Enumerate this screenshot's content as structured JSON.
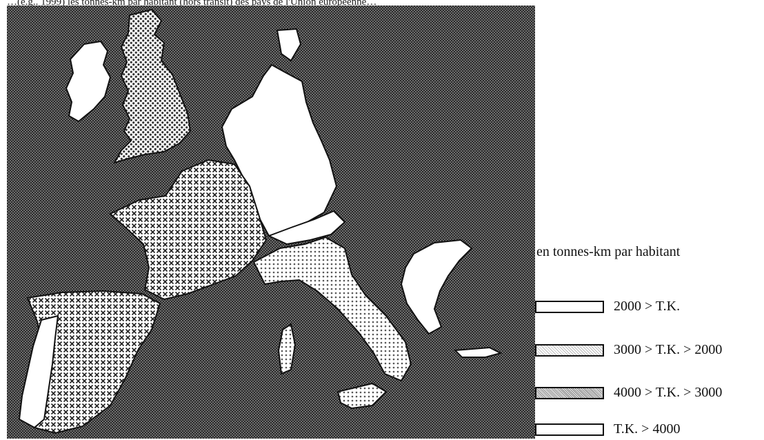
{
  "caption": "…(e.g.. 1999) les tonnes-km par habitant (hors transit) des pays de l'Union européenne…",
  "legend": {
    "title": "en tonnes-km par habitant",
    "items": [
      {
        "label": "2000 > T.K.",
        "pattern": "white"
      },
      {
        "label": "3000 > T.K. > 2000",
        "pattern": "light-dots"
      },
      {
        "label": "4000 > T.K. > 3000",
        "pattern": "dense-dots"
      },
      {
        "label": "T.K. > 4000",
        "pattern": "crosses"
      }
    ]
  },
  "colors": {
    "sea": "#3a3a3a",
    "land_white": "#ffffff",
    "outline": "#111111"
  }
}
